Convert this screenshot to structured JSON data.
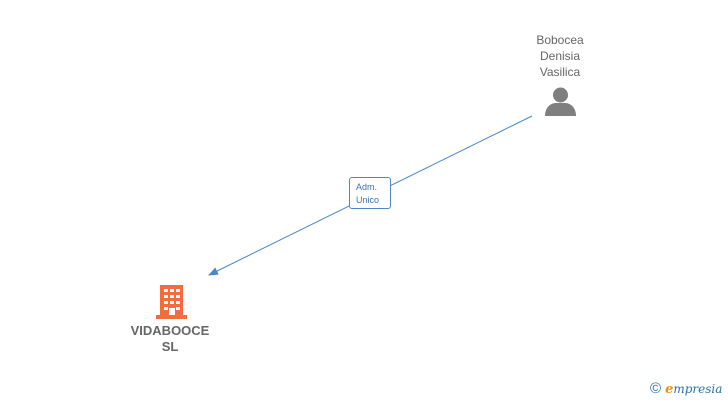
{
  "person": {
    "name_lines": [
      "Bobocea",
      "Denisia",
      "Vasilica"
    ],
    "icon": "person-icon"
  },
  "company": {
    "name_lines": [
      "VIDABOOCE",
      "SL"
    ],
    "icon": "building-icon",
    "color": "#f26d3d"
  },
  "relation": {
    "label_lines": [
      "Adm.",
      "Unico"
    ],
    "color": "#4a86c8"
  },
  "branding": {
    "copyright_symbol": "©",
    "logo_initial": "e",
    "logo_rest": "mpresia",
    "initial_color": "#f39200"
  }
}
